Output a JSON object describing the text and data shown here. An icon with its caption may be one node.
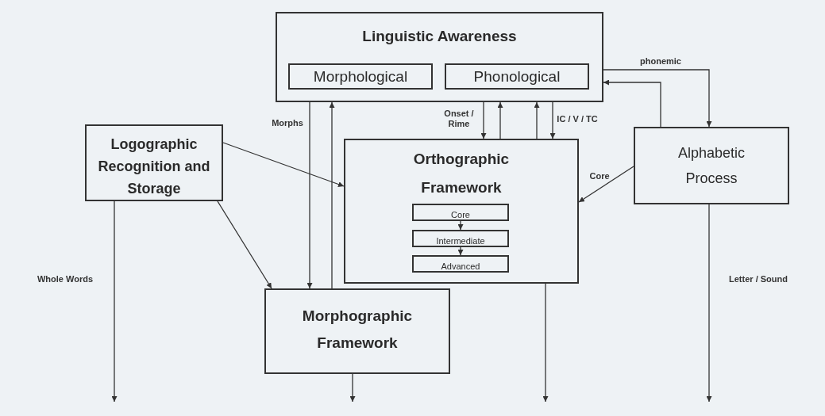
{
  "diagram": {
    "nodes": [
      {
        "text": [
          "Linguistic Awareness"
        ]
      },
      {
        "text": [
          "Morphological"
        ],
        "in": 0
      },
      {
        "text": [
          "Phonological"
        ],
        "in": 0
      },
      {
        "text": [
          "Logographic Recognition and Storage"
        ]
      },
      {
        "text": [
          "Orthographic Framework"
        ]
      },
      {
        "text": [
          "Core"
        ],
        "in": 4
      },
      {
        "text": [
          "Intermediate"
        ],
        "in": 4
      },
      {
        "text": [
          "Advanced"
        ],
        "in": 4
      },
      {
        "text": [
          "Alphabetic Process"
        ]
      },
      {
        "text": [
          "Morphographic Framework"
        ]
      }
    ],
    "edges": [
      {
        "from": 0,
        "to": 9,
        "arrow": "to",
        "label": "Morphs"
      },
      {
        "from": 9,
        "to": 0,
        "arrow": "to"
      },
      {
        "from": 0,
        "to": 4,
        "arrow": "to",
        "label": "Onset / Rime"
      },
      {
        "from": 4,
        "to": 0,
        "arrow": "to"
      },
      {
        "from": 4,
        "to": 0,
        "arrow": "to"
      },
      {
        "from": 0,
        "to": 4,
        "arrow": "to",
        "label": "IC / V / TC"
      },
      {
        "from": 0,
        "to": 8,
        "arrow": "to",
        "label": "phonemic"
      },
      {
        "from": 8,
        "to": 0,
        "arrow": "to"
      },
      {
        "from": 8,
        "to": 4,
        "arrow": "to",
        "label": "Core"
      },
      {
        "from": 3,
        "to": 4,
        "arrow": "to"
      },
      {
        "from": 3,
        "to": 9,
        "arrow": "to"
      },
      {
        "from": 3,
        "to": null,
        "arrow": "to",
        "label": "Whole Words"
      },
      {
        "from": 9,
        "to": null,
        "arrow": "to"
      },
      {
        "from": 4,
        "to": null,
        "arrow": "to"
      },
      {
        "from": 8,
        "to": null,
        "arrow": "to",
        "label": "Letter / Sound"
      },
      {
        "from": 5,
        "to": 6,
        "arrow": "to"
      },
      {
        "from": 6,
        "to": 7,
        "arrow": "to"
      }
    ]
  }
}
